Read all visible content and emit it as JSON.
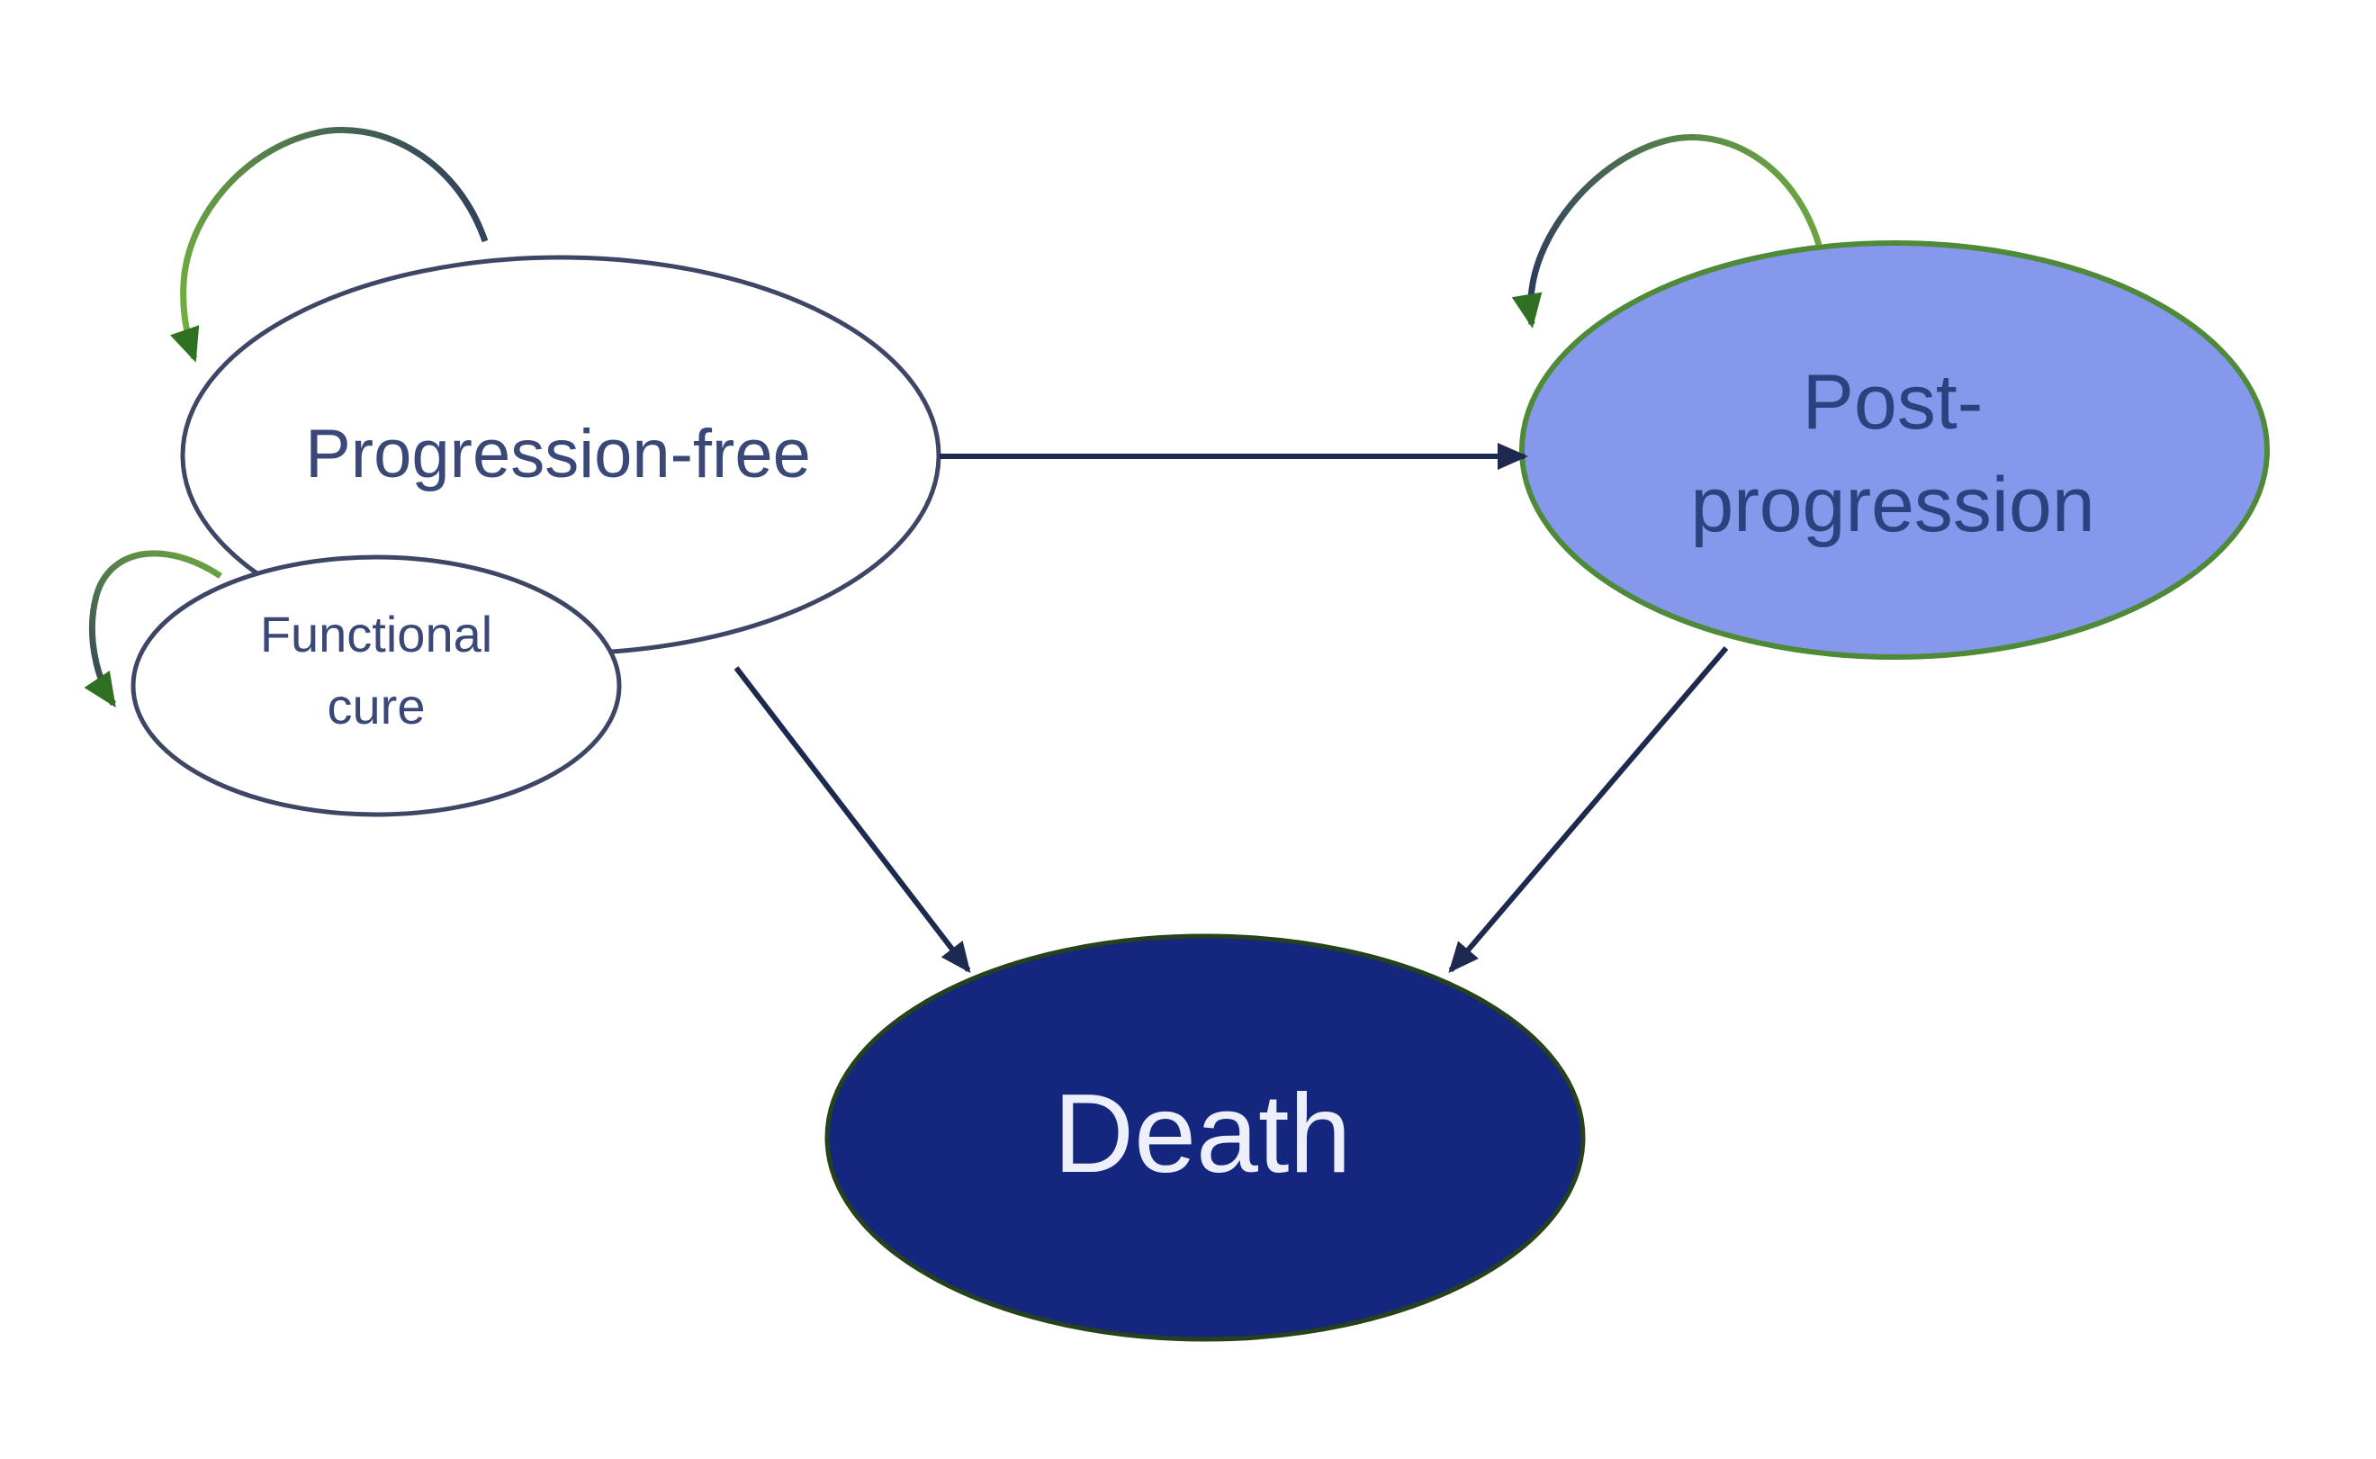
{
  "diagram": {
    "type": "state-transition-model",
    "background": "#FFFFFF",
    "nodes": {
      "progression_free": {
        "label": "Progression-free",
        "fill": "#FFFFFF",
        "border": "#3D4765",
        "text_color": "#3A4877"
      },
      "functional_cure": {
        "label_line1": "Functional",
        "label_line2": "cure",
        "fill": "#FFFFFF",
        "border": "#3D4765",
        "text_color": "#3A4877"
      },
      "post_progression": {
        "label_line1": "Post-",
        "label_line2": "progression",
        "fill": "#8598EC",
        "border": "#4F8A39",
        "text_color": "#2A437E"
      },
      "death": {
        "label": "Death",
        "fill": "#14267E",
        "border": "#26421C",
        "text_color": "#EDF0FA"
      }
    },
    "edges": [
      {
        "from": "progression_free",
        "to": "progression_free",
        "style": "self-loop"
      },
      {
        "from": "functional_cure",
        "to": "functional_cure",
        "style": "self-loop"
      },
      {
        "from": "post_progression",
        "to": "post_progression",
        "style": "self-loop"
      },
      {
        "from": "progression_free",
        "to": "post_progression",
        "style": "straight-arrow"
      },
      {
        "from": "progression_free",
        "to": "death",
        "style": "straight-arrow"
      },
      {
        "from": "post_progression",
        "to": "death",
        "style": "straight-arrow"
      }
    ],
    "palette": {
      "arrow_navy": "#1E2950",
      "loop_navy": "#2E3A5E",
      "loop_green": "#6FAE3F",
      "loop_green_dark": "#2F7023"
    }
  }
}
